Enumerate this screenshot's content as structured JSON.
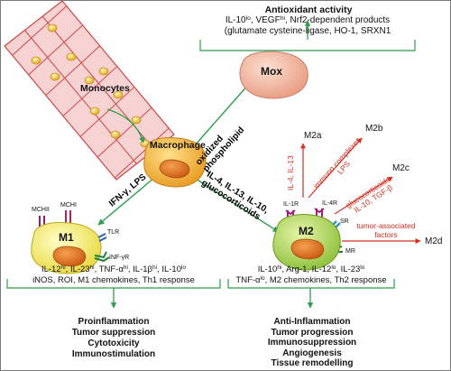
{
  "antioxidant_activity": "Antioxidant activity",
  "mox_products": {
    "il10": "IL-10",
    "il10_sup": "lo",
    "vegf": "VEGF",
    "vegf_sup": "hi",
    "line1_tail": ", Nrf2-dependent products",
    "line2": "(glutamate cysteine-ligase, HO-1, SRXN1"
  },
  "cells": {
    "mox": "Mox",
    "macrophage": "Macrophage",
    "m1": "M1",
    "m2": "M2",
    "monocytes": "Monocytes"
  },
  "stimuli": {
    "oxidized_line1": "oxidized",
    "oxidized_line2": "phospholipid",
    "ifn_lps": "IFN-γ, LPS",
    "m2_inducers_line1": "IL-4, IL-13, IL-10,",
    "m2_inducers_line2": "glucocorticoids"
  },
  "m1_receptors": {
    "mchii": "MCHII",
    "mchi": "MCHI",
    "tlr": "TLR",
    "infr": "INF-γR"
  },
  "m2_receptors": {
    "il1r": "IL-1R",
    "il4r": "IL-4R",
    "sr": "SR",
    "mr": "MR"
  },
  "m2_subtypes": [
    {
      "name": "M2a",
      "inducer": "IL-4, IL-13"
    },
    {
      "name": "M2b",
      "inducer_line1": "immuno complexes,",
      "inducer_line2": "LPS"
    },
    {
      "name": "M2c",
      "inducer_line1": "glucocorticoids,",
      "inducer_line2": "IL-10, TGF-β"
    },
    {
      "name": "M2d",
      "inducer_line1": "tumor-associated",
      "inducer_line2": "factors"
    }
  ],
  "m1_profile": {
    "il12": "IL-12",
    "il12_sup": "hi",
    "il23": "IL-23",
    "il23_sup": "hi",
    "tnf": "TNF-α",
    "tnf_sup": "hi",
    "il1b": "IL-1β",
    "il1b_sup": "hi",
    "il10": "IL-10",
    "il10_sup": "lo",
    "line2": "iNOS, ROI, M1 chemokines, Th1 response"
  },
  "m2_profile": {
    "il10": "IL-10",
    "il10_sup": "hi",
    "arg1": "Arg-1",
    "il12": "IL-12",
    "il12_sup": "lo",
    "il23": "IL-23",
    "il23_sup": "lo",
    "tnf": "TNF-α",
    "tnf_sup": "lo",
    "line2_tail": ", M2 chemokines, Th2 response"
  },
  "m1_functions": [
    "Proinflammation",
    "Tumor suppression",
    "Cytotoxicity",
    "Immunostimulation"
  ],
  "m2_functions": [
    "Anti-Inflammation",
    "Tumor progression",
    "Immunosuppression",
    "Angiogenesis",
    "Tissue remodelling"
  ],
  "colors": {
    "green_arrow": "#2c9e4f",
    "red_arrow": "#d43022",
    "vessel_fill": "#f7d2d2",
    "vessel_stroke": "#c84a4a",
    "monocyte": "#f0c040",
    "macrophage": "#f0b040",
    "mox": "#f2b6a0",
    "m1": "#f6f06a",
    "m2": "#a8d050"
  }
}
